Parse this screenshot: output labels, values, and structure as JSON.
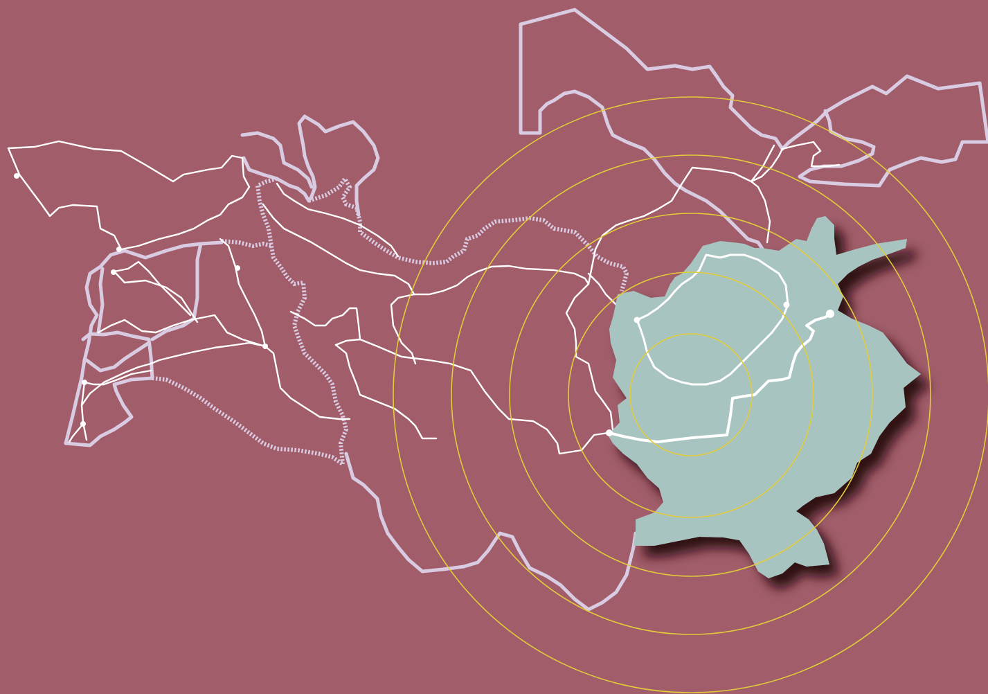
{
  "map": {
    "colors": {
      "background": "#a15d6a",
      "border": "#d9cce2",
      "road": "#ffffff",
      "highlight_region": "#a8c4c0",
      "highlight_shadow": "#2a0c10",
      "range_rings": "#e2cc3a"
    },
    "layers": [
      "country-borders",
      "disputed-border",
      "roads",
      "cities",
      "highlighted-country",
      "distance-rings"
    ],
    "range_rings": {
      "count": 5
    }
  }
}
